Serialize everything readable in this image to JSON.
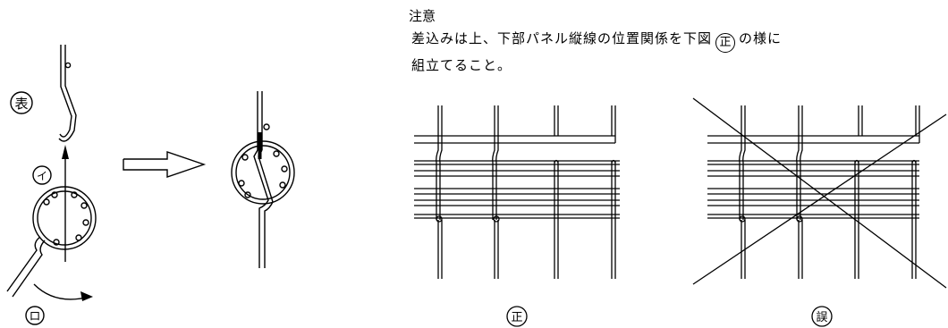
{
  "note": {
    "title": "注意",
    "line1_before": "差込みは上、下部パネル縦線の位置関係を下図",
    "line1_mark": "正",
    "line1_after": "の様に",
    "line2": "組立てること。"
  },
  "labels": {
    "omote": "表",
    "i": "イ",
    "ro": "ロ",
    "correct": "正",
    "wrong": "誤"
  }
}
